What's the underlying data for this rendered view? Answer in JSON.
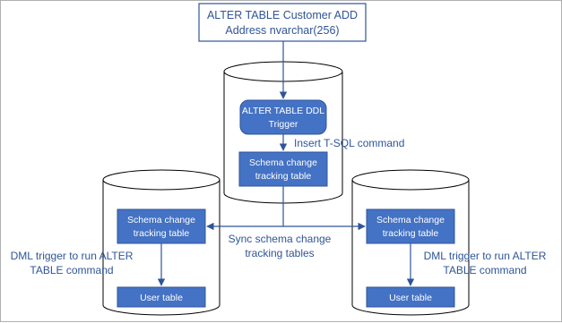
{
  "top_box": {
    "line1": "ALTER TABLE Customer ADD",
    "line2": "Address nvarchar(256)"
  },
  "center_db": {
    "trigger_line1": "ALTER TABLE DDL",
    "trigger_line2": "Trigger",
    "insert_label": "Insert T-SQL command",
    "schema_line1": "Schema change",
    "schema_line2": "tracking table"
  },
  "sync_label": {
    "line1": "Sync schema change",
    "line2": "tracking tables"
  },
  "left_db": {
    "schema_line1": "Schema change",
    "schema_line2": "tracking table",
    "dml_line1": "DML trigger to run ALTER",
    "dml_line2": "TABLE command",
    "user_table": "User table"
  },
  "right_db": {
    "schema_line1": "Schema change",
    "schema_line2": "tracking table",
    "dml_line1": "DML trigger to run ALTER",
    "dml_line2": "TABLE command",
    "user_table": "User table"
  },
  "colors": {
    "box_fill": "#4472c4",
    "box_text": "#ffffff",
    "outline": "#2f5597",
    "label_text": "#2f5597",
    "cylinder_stroke": "#000000",
    "arrow": "#2f5597"
  }
}
